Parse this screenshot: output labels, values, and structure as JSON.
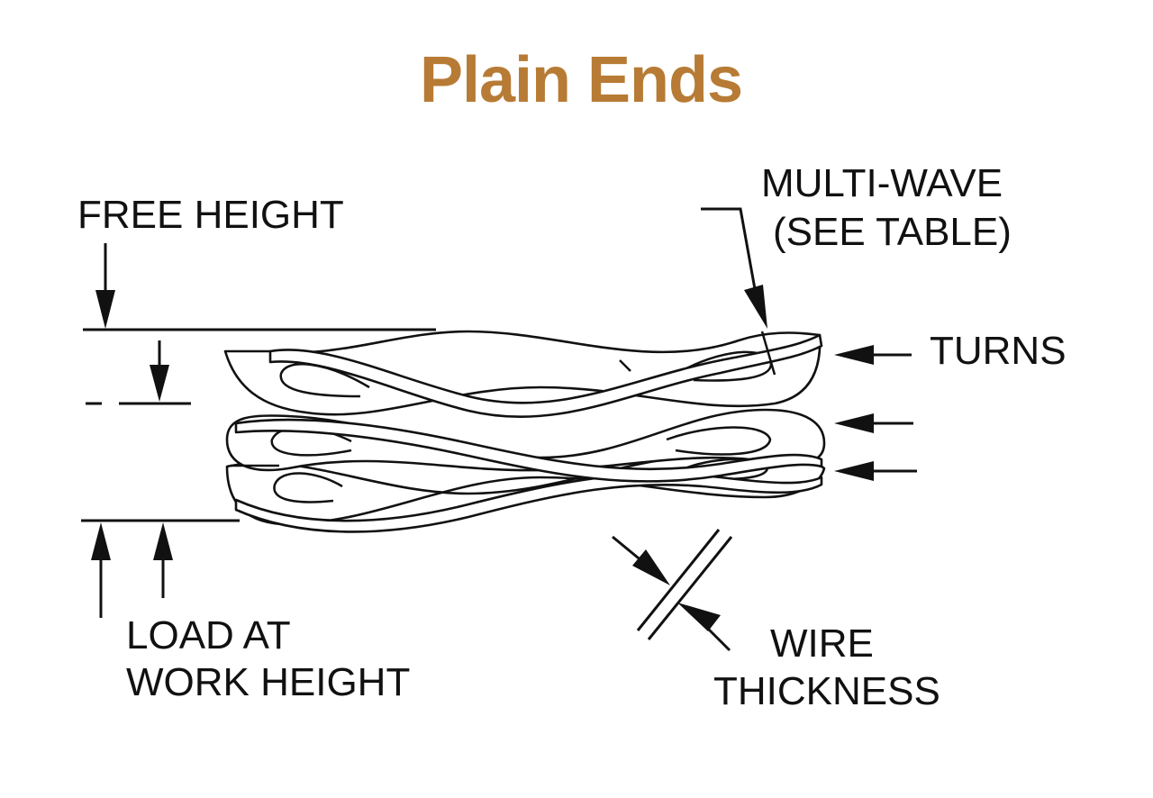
{
  "title": "Plain Ends",
  "colors": {
    "title": "#b77b35",
    "ink": "#111111",
    "background": "#ffffff"
  },
  "labels": {
    "free_height": "FREE HEIGHT",
    "multi_wave_line1": "MULTI-WAVE",
    "multi_wave_line2": "(SEE TABLE)",
    "turns": "TURNS",
    "load_line1": "LOAD AT",
    "load_line2": "WORK HEIGHT",
    "wire_line1": "WIRE",
    "wire_line2": "THICKNESS"
  }
}
